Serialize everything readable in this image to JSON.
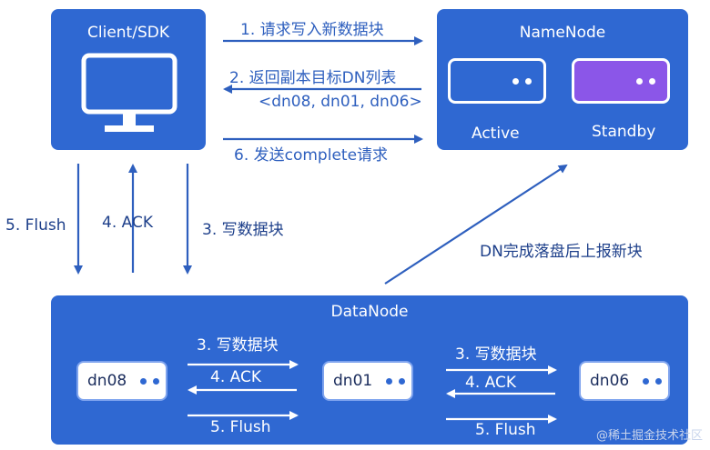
{
  "client": {
    "title": "Client/SDK"
  },
  "namenode": {
    "title": "NameNode",
    "active_label": "Active",
    "standby_label": "Standby"
  },
  "datanode": {
    "title": "DataNode"
  },
  "nodes": {
    "dn08": "dn08",
    "dn01": "dn01",
    "dn06": "dn06"
  },
  "steps": {
    "step1": "1. 请求写入新数据块",
    "step2": "2. 返回副本目标DN列表",
    "step2_list": "<dn08, dn01, dn06>",
    "step6": "6. 发送complete请求",
    "flush": "5. Flush",
    "ack": "4. ACK",
    "write": "3. 写数据块",
    "report": "DN完成落盘后上报新块"
  },
  "pipeline": {
    "write": "3. 写数据块",
    "ack": "4. ACK",
    "flush": "5. Flush"
  },
  "watermark": "@稀土掘金技术社区",
  "colors": {
    "primary": "#2f68d2",
    "standby": "#8b56e8",
    "arrow": "#2e5fbe"
  }
}
